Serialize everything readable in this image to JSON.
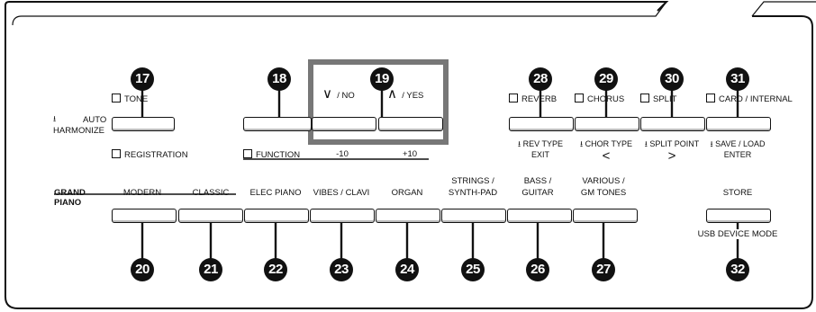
{
  "callouts": {
    "c17": "17",
    "c18": "18",
    "c19": "19",
    "c20": "20",
    "c21": "21",
    "c22": "22",
    "c23": "23",
    "c24": "24",
    "c25": "25",
    "c26": "26",
    "c27": "27",
    "c28": "28",
    "c29": "29",
    "c30": "30",
    "c31": "31",
    "c32": "32"
  },
  "top_labels": {
    "tone": "TONE",
    "auto": "AUTO",
    "harmonize": "HARMONIZE",
    "registration": "REGISTRATION",
    "no": "/ NO",
    "yes": "/ YES",
    "function": "FUNCTION",
    "minus10": "-10",
    "plus10": "+10",
    "reverb": "REVERB",
    "chorus": "CHORUS",
    "split": "SPLIT",
    "card_internal": "CARD / INTERNAL",
    "rev_type": "REV TYPE",
    "exit": "EXIT",
    "chor_type": "CHOR TYPE",
    "lt": "<",
    "split_point": "SPLIT POINT",
    "gt": ">",
    "save_load": "SAVE / LOAD",
    "enter": "ENTER"
  },
  "bottom_labels": {
    "grand": "GRAND",
    "piano": "PIANO",
    "modern": "MODERN",
    "classic": "CLASSIC",
    "elec_piano": "ELEC PIANO",
    "vibes_clavi": "VIBES / CLAVI",
    "organ": "ORGAN",
    "strings": "STRINGS /",
    "synth_pad": "SYNTH-PAD",
    "bass": "BASS /",
    "guitar": "GUITAR",
    "various": "VARIOUS /",
    "gm_tones": "GM TONES",
    "store": "STORE",
    "usb_device_mode": "USB DEVICE MODE"
  },
  "icons": {
    "down_arrow": "chevron-down-icon",
    "up_arrow": "chevron-up-icon",
    "hold": "hold-icon"
  }
}
